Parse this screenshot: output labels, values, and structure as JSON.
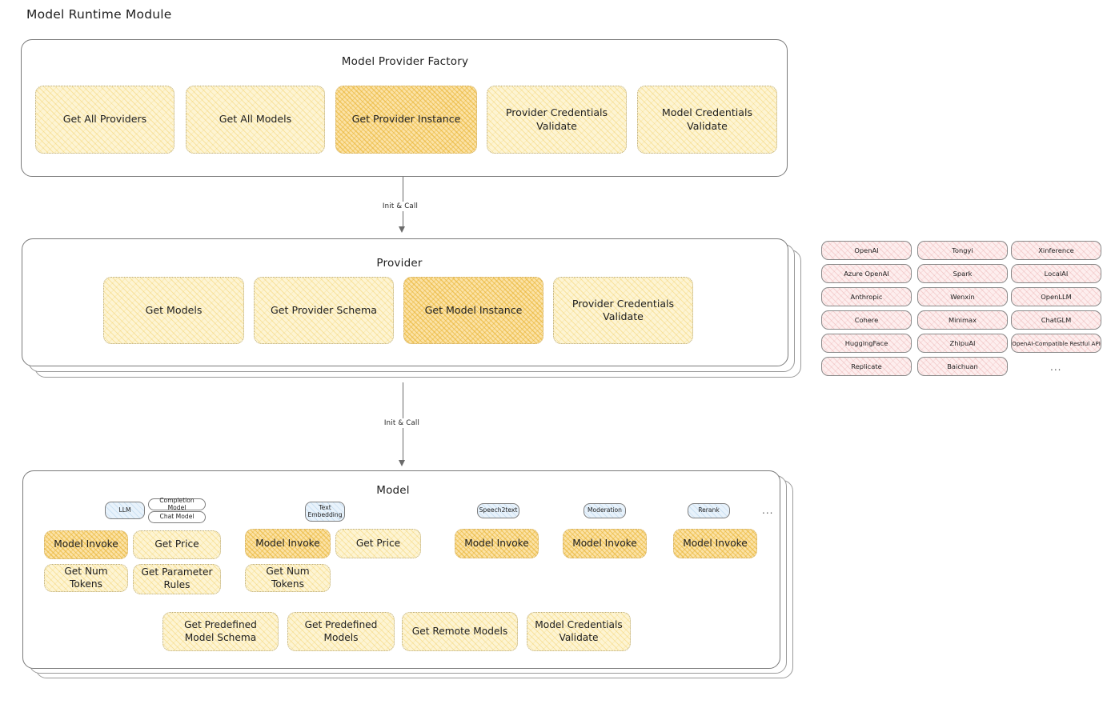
{
  "page": {
    "title": "Model Runtime Module"
  },
  "factory": {
    "title": "Model Provider Factory",
    "cards": [
      {
        "label": "Get All Providers",
        "highlighted": false
      },
      {
        "label": "Get All Models",
        "highlighted": false
      },
      {
        "label": "Get Provider Instance",
        "highlighted": true
      },
      {
        "label": "Provider Credentials Validate",
        "highlighted": false
      },
      {
        "label": "Model Credentials Validate",
        "highlighted": false
      }
    ]
  },
  "connector_1": {
    "label": "Init & Call"
  },
  "provider": {
    "title": "Provider",
    "cards": [
      {
        "label": "Get Models",
        "highlighted": false
      },
      {
        "label": "Get Provider Schema",
        "highlighted": false
      },
      {
        "label": "Get Model Instance",
        "highlighted": true
      },
      {
        "label": "Provider Credentials Validate",
        "highlighted": false
      }
    ]
  },
  "connector_2": {
    "label": "Init & Call"
  },
  "provider_list": {
    "columns": [
      {
        "items": [
          "OpenAI",
          "Azure OpenAI",
          "Anthropic",
          "Cohere",
          "HuggingFace",
          "Replicate"
        ]
      },
      {
        "items": [
          "Tongyi",
          "Spark",
          "Wenxin",
          "Minimax",
          "ZhipuAI",
          "Baichuan"
        ]
      },
      {
        "items": [
          "Xinference",
          "LocalAI",
          "OpenLLM",
          "ChatGLM",
          "OpenAI-Compatible Restful API"
        ]
      }
    ],
    "more": "..."
  },
  "model": {
    "title": "Model",
    "more": "...",
    "types": [
      {
        "badge": "LLM",
        "sub_badges": [
          "Completion Model",
          "Chat Model"
        ],
        "cards": [
          {
            "label": "Model Invoke",
            "highlighted": true
          },
          {
            "label": "Get Price",
            "highlighted": false
          },
          {
            "label": "Get Num Tokens",
            "highlighted": false
          },
          {
            "label": "Get Parameter Rules",
            "highlighted": false
          }
        ]
      },
      {
        "badge": "Text Embedding",
        "sub_badges": [],
        "cards": [
          {
            "label": "Model Invoke",
            "highlighted": true
          },
          {
            "label": "Get Price",
            "highlighted": false
          },
          {
            "label": "Get Num Tokens",
            "highlighted": false
          }
        ]
      },
      {
        "badge": "Speech2text",
        "sub_badges": [],
        "cards": [
          {
            "label": "Model Invoke",
            "highlighted": true
          }
        ]
      },
      {
        "badge": "Moderation",
        "sub_badges": [],
        "cards": [
          {
            "label": "Model Invoke",
            "highlighted": true
          }
        ]
      },
      {
        "badge": "Rerank",
        "sub_badges": [],
        "cards": [
          {
            "label": "Model Invoke",
            "highlighted": true
          }
        ]
      }
    ],
    "shared_cards": [
      {
        "label": "Get Predefined Model Schema"
      },
      {
        "label": "Get Predefined Models"
      },
      {
        "label": "Get Remote Models"
      },
      {
        "label": "Model Credentials Validate"
      }
    ]
  },
  "colors": {
    "card_fill": "#fdf4d3",
    "card_fill_strong": "#fbe2a6",
    "chip_fill": "#fdeeee",
    "badge_fill": "#e8f2fb",
    "stroke": "#7a7a7a",
    "text": "#1e1e1e",
    "background": "#ffffff"
  }
}
